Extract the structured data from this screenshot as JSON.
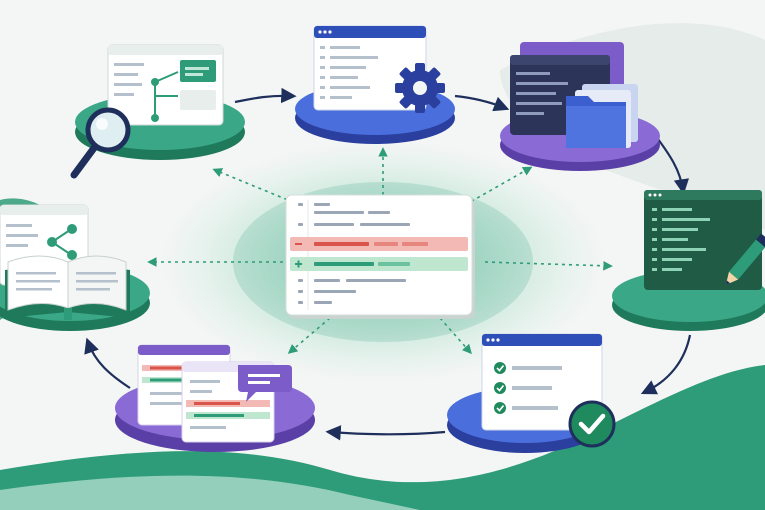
{
  "colors": {
    "background": "#f4f6f5",
    "green": "#2e9c78",
    "green_dark": "#1f7a5c",
    "green_light": "#bfe6d6",
    "blue": "#3b5fcf",
    "blue_dark": "#2a3f9e",
    "purple": "#7b5cc8",
    "purple_dark": "#5a3fa6",
    "navy": "#1f2f5c",
    "diff_removed": "#f3b9b4",
    "diff_removed_mark": "#d9544a",
    "diff_added": "#bfe6cf",
    "diff_added_mark": "#2e9c78",
    "check_green": "#1f8a5e"
  },
  "center": {
    "name": "code-diff-panel",
    "icon_removed": "minus-icon",
    "icon_added": "plus-icon"
  },
  "nodes": [
    {
      "name": "code-review",
      "platform_color": "green",
      "icon": "magnifier-icon"
    },
    {
      "name": "settings-config",
      "platform_color": "blue",
      "icon": "gear-icon"
    },
    {
      "name": "code-files",
      "platform_color": "purple",
      "icon": "folder-icon"
    },
    {
      "name": "code-editing",
      "platform_color": "green",
      "icon": "pencil-icon"
    },
    {
      "name": "tests-passed",
      "platform_color": "blue",
      "icon": "checkmark-icon"
    },
    {
      "name": "diff-comparison",
      "platform_color": "purple",
      "icon": "comment-icon"
    },
    {
      "name": "documentation",
      "platform_color": "green",
      "icon": "open-book-icon"
    }
  ],
  "flow": {
    "cycle": [
      "code-review",
      "settings-config",
      "code-files",
      "code-editing",
      "tests-passed",
      "diff-comparison",
      "documentation",
      "code-review"
    ],
    "hub_links": "dashed"
  }
}
